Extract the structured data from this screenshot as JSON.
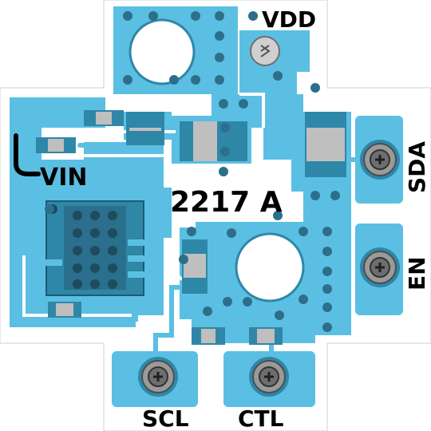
{
  "board": {
    "part_number": "2217 A",
    "pin_labels": {
      "vdd": "VDD",
      "vin": "VIN",
      "sda": "SDA",
      "en": "EN",
      "scl": "SCL",
      "ctl": "CTL"
    }
  },
  "colors": {
    "board": "#ffffff",
    "copper": "#5bbfe3",
    "pad": "#2f87a8",
    "pad_dark": "#2a6f8c",
    "body": "#bfbfbf",
    "via": "#2d6f8b",
    "silkscreen": "#000000",
    "hole": "#ffffff",
    "screw_ring": "#9a9a9a",
    "screw_head": "#6e6e6e"
  },
  "icons": {
    "mounting_holes": "circle-hole-icon",
    "pin_screws": "phillips-screw-icon"
  }
}
